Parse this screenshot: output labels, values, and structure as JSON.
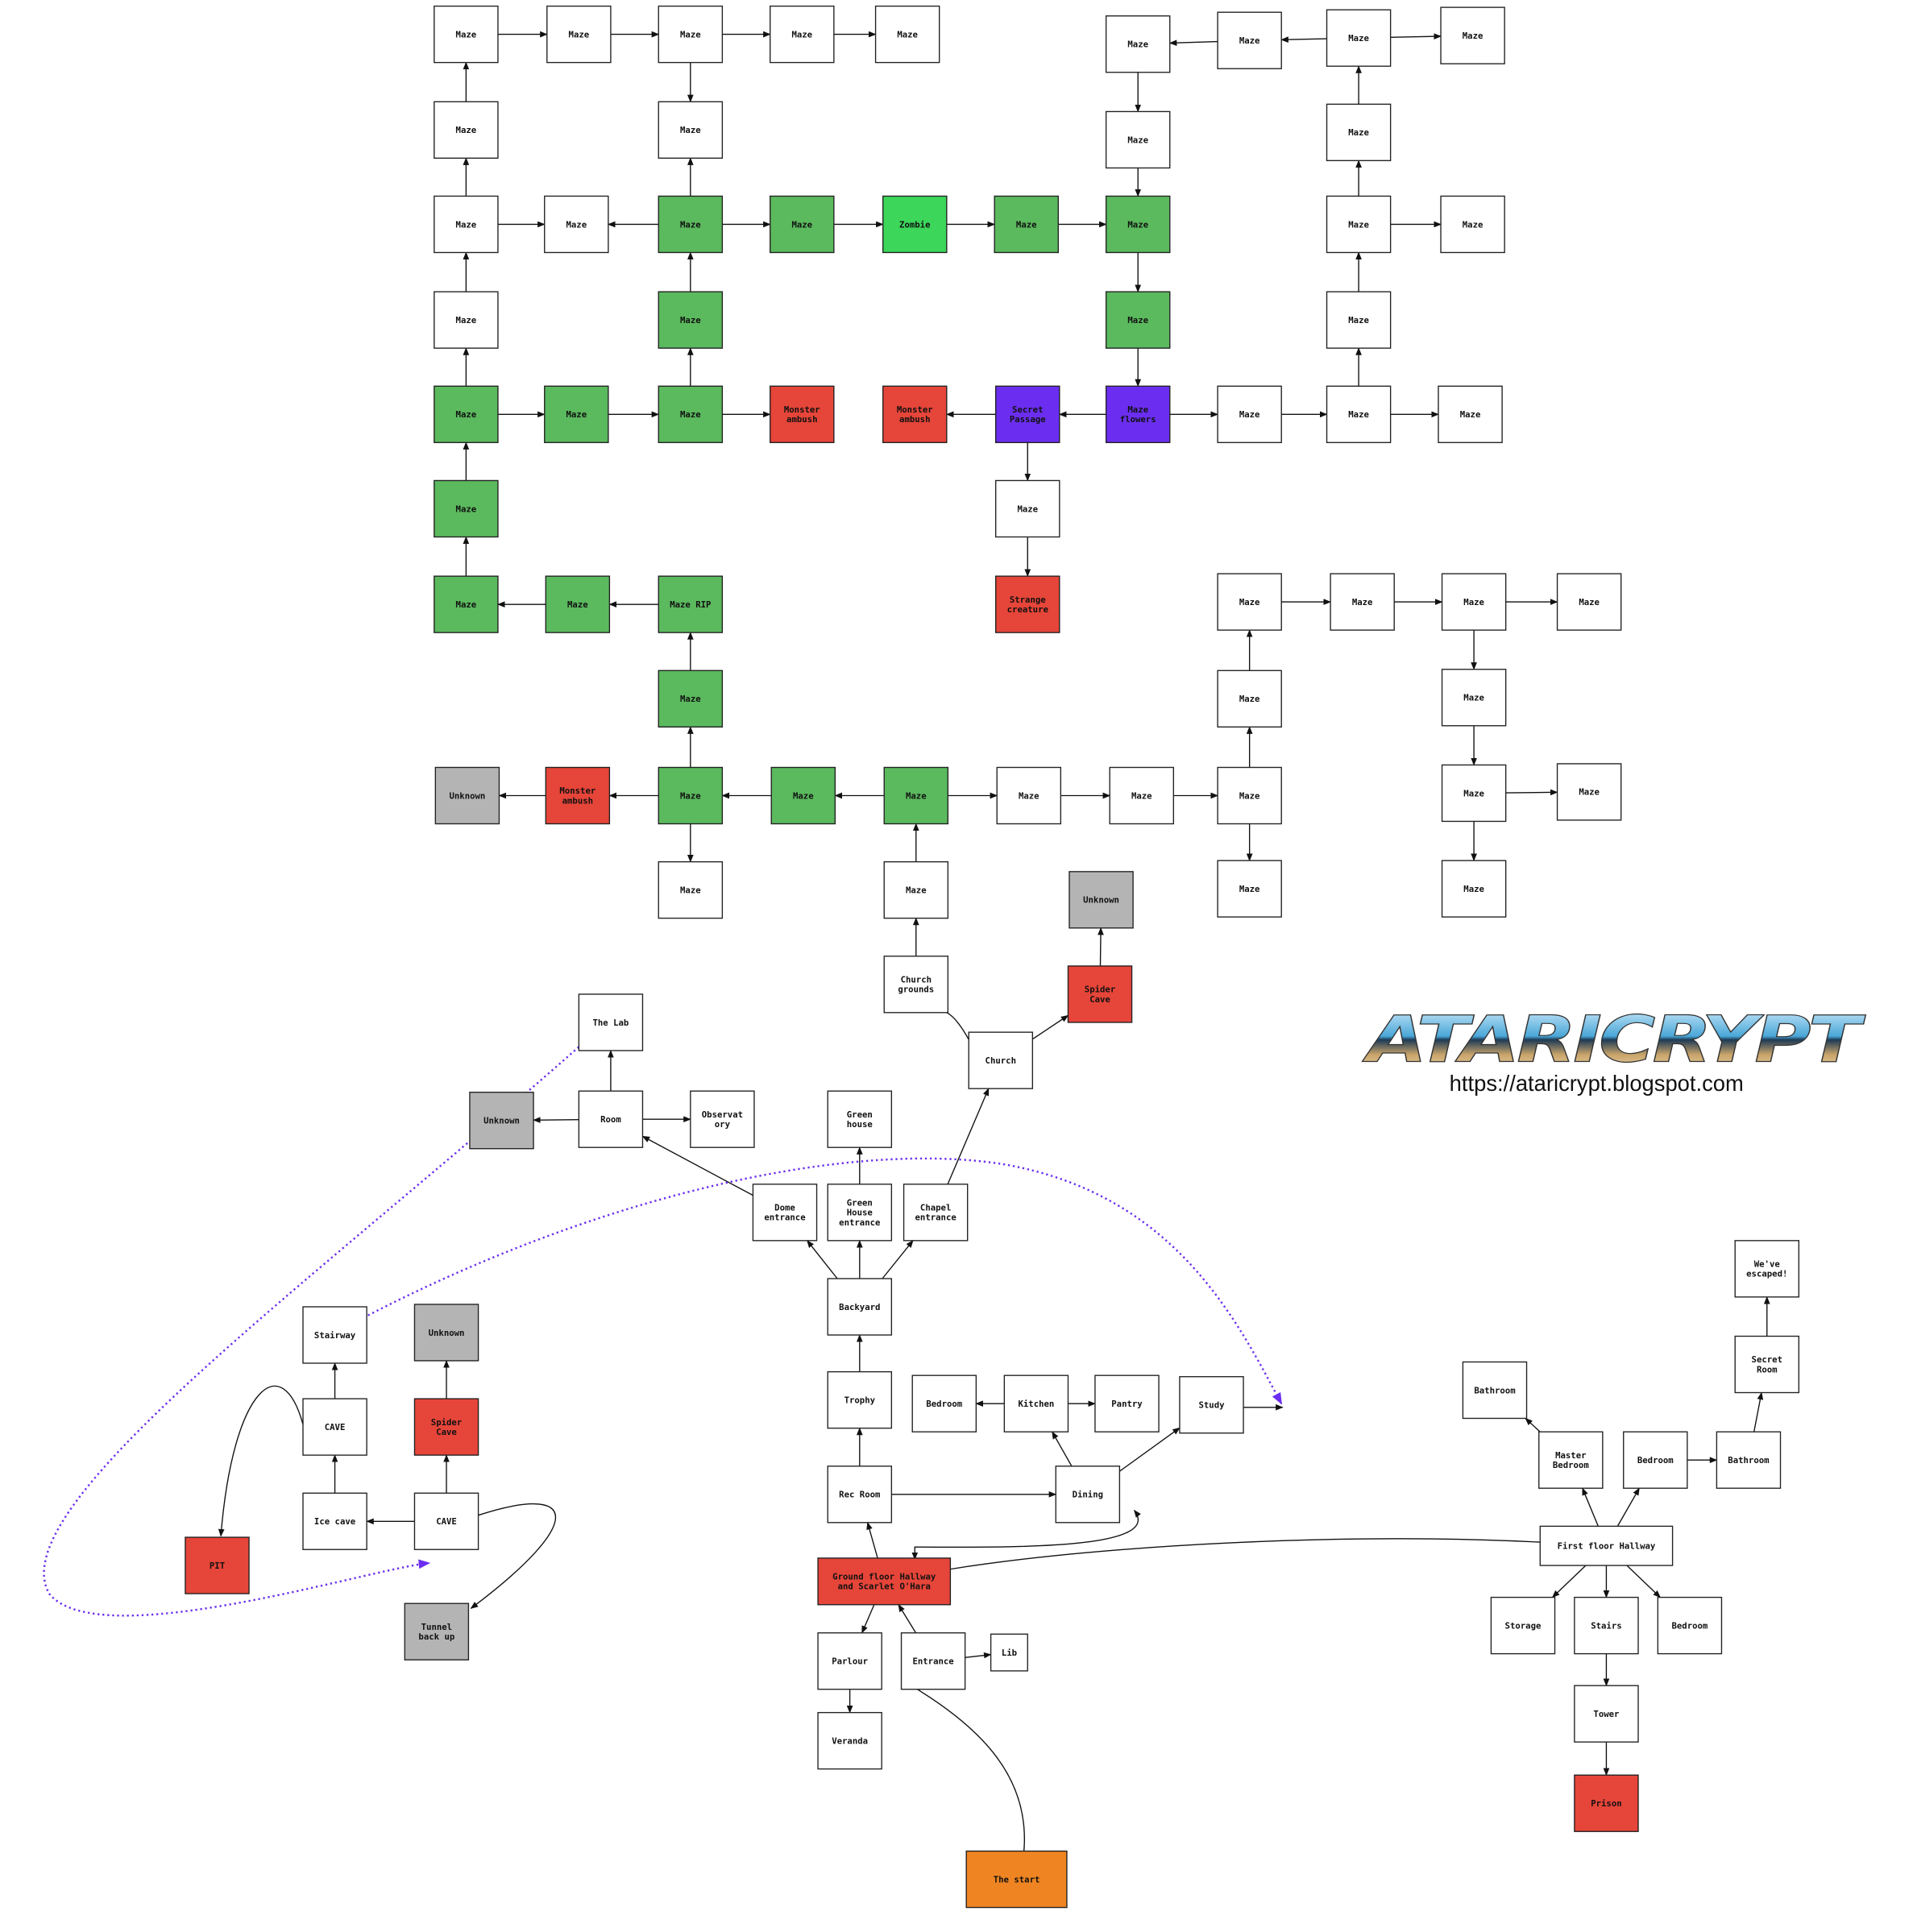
{
  "colors": {
    "white": "#ffffff",
    "green": "#5bb95e",
    "zombie": "#3bd65a",
    "purple": "#6b2ef0",
    "red": "#e64539",
    "gray": "#b4b4b4",
    "orange": "#ee8422"
  },
  "branding": {
    "logo_text": "ATARICRYPT",
    "url": "https://ataricrypt.blogspot.com"
  },
  "nodes": [
    {
      "id": "a1",
      "label": "Maze",
      "color": "white"
    },
    {
      "id": "a2",
      "label": "Maze",
      "color": "white"
    },
    {
      "id": "a3",
      "label": "Maze",
      "color": "white"
    },
    {
      "id": "a4",
      "label": "Maze",
      "color": "white"
    },
    {
      "id": "a5",
      "label": "Maze",
      "color": "white"
    },
    {
      "id": "t0",
      "label": "Maze",
      "color": "white"
    },
    {
      "id": "t1",
      "label": "Maze",
      "color": "white"
    },
    {
      "id": "t2",
      "label": "Maze",
      "color": "white"
    },
    {
      "id": "t3",
      "label": "Maze",
      "color": "white"
    },
    {
      "id": "b1",
      "label": "Maze",
      "color": "white"
    },
    {
      "id": "b3",
      "label": "Maze",
      "color": "white"
    },
    {
      "id": "b7",
      "label": "Maze",
      "color": "white"
    },
    {
      "id": "b9",
      "label": "Maze",
      "color": "white"
    },
    {
      "id": "c1",
      "label": "Maze",
      "color": "white"
    },
    {
      "id": "c2",
      "label": "Maze",
      "color": "white"
    },
    {
      "id": "c3",
      "label": "Maze",
      "color": "green"
    },
    {
      "id": "c4",
      "label": "Maze",
      "color": "green"
    },
    {
      "id": "c5",
      "label": "Zombie",
      "color": "zombie"
    },
    {
      "id": "c6",
      "label": "Maze",
      "color": "green"
    },
    {
      "id": "c7",
      "label": "Maze",
      "color": "green"
    },
    {
      "id": "c9",
      "label": "Maze",
      "color": "white"
    },
    {
      "id": "c10",
      "label": "Maze",
      "color": "white"
    },
    {
      "id": "d1",
      "label": "Maze",
      "color": "white"
    },
    {
      "id": "d3",
      "label": "Maze",
      "color": "green"
    },
    {
      "id": "d7",
      "label": "Maze",
      "color": "green"
    },
    {
      "id": "d9",
      "label": "Maze",
      "color": "white"
    },
    {
      "id": "e1",
      "label": "Maze",
      "color": "green"
    },
    {
      "id": "e2",
      "label": "Maze",
      "color": "green"
    },
    {
      "id": "e3",
      "label": "Maze",
      "color": "green"
    },
    {
      "id": "e4",
      "label": "Monster\nambush",
      "color": "red"
    },
    {
      "id": "e5",
      "label": "Monster\nambush",
      "color": "red"
    },
    {
      "id": "e6",
      "label": "Secret\nPassage",
      "color": "purple"
    },
    {
      "id": "e7",
      "label": "Maze\nflowers",
      "color": "purple"
    },
    {
      "id": "e8",
      "label": "Maze",
      "color": "white"
    },
    {
      "id": "e9",
      "label": "Maze",
      "color": "white"
    },
    {
      "id": "e10",
      "label": "Maze",
      "color": "white"
    },
    {
      "id": "f1",
      "label": "Maze",
      "color": "green"
    },
    {
      "id": "f6",
      "label": "Maze",
      "color": "white"
    },
    {
      "id": "g1",
      "label": "Maze",
      "color": "green"
    },
    {
      "id": "g2",
      "label": "Maze",
      "color": "green"
    },
    {
      "id": "g3",
      "label": "Maze RIP",
      "color": "green"
    },
    {
      "id": "g6",
      "label": "Strange\ncreature",
      "color": "red"
    },
    {
      "id": "g8",
      "label": "Maze",
      "color": "white"
    },
    {
      "id": "g9",
      "label": "Maze",
      "color": "white"
    },
    {
      "id": "g10",
      "label": "Maze",
      "color": "white"
    },
    {
      "id": "g11",
      "label": "Maze",
      "color": "white"
    },
    {
      "id": "h3",
      "label": "Maze",
      "color": "green"
    },
    {
      "id": "h8",
      "label": "Maze",
      "color": "white"
    },
    {
      "id": "h10",
      "label": "Maze",
      "color": "white"
    },
    {
      "id": "i1",
      "label": "Unknown",
      "color": "gray"
    },
    {
      "id": "i2",
      "label": "Monster\nambush",
      "color": "red"
    },
    {
      "id": "i3",
      "label": "Maze",
      "color": "green"
    },
    {
      "id": "i4",
      "label": "Maze",
      "color": "green"
    },
    {
      "id": "i5",
      "label": "Maze",
      "color": "green"
    },
    {
      "id": "i6",
      "label": "Maze",
      "color": "white"
    },
    {
      "id": "i7",
      "label": "Maze",
      "color": "white"
    },
    {
      "id": "i8",
      "label": "Maze",
      "color": "white"
    },
    {
      "id": "i10",
      "label": "Maze",
      "color": "white"
    },
    {
      "id": "i11",
      "label": "Maze",
      "color": "white"
    },
    {
      "id": "j3",
      "label": "Maze",
      "color": "white"
    },
    {
      "id": "j5",
      "label": "Maze",
      "color": "white"
    },
    {
      "id": "j8",
      "label": "Maze",
      "color": "white"
    },
    {
      "id": "j10",
      "label": "Maze",
      "color": "white"
    },
    {
      "id": "unk2",
      "label": "Unknown",
      "color": "gray"
    },
    {
      "id": "spider2",
      "label": "Spider\nCave",
      "color": "red"
    },
    {
      "id": "cgrounds",
      "label": "Church\ngrounds",
      "color": "white"
    },
    {
      "id": "church",
      "label": "Church",
      "color": "white"
    },
    {
      "id": "lab",
      "label": "The Lab",
      "color": "white"
    },
    {
      "id": "unk3",
      "label": "Unknown",
      "color": "gray"
    },
    {
      "id": "room",
      "label": "Room",
      "color": "white"
    },
    {
      "id": "obs",
      "label": "Observat\nory",
      "color": "white"
    },
    {
      "id": "ghouse",
      "label": "Green\nhouse",
      "color": "white"
    },
    {
      "id": "dome",
      "label": "Dome\nentrance",
      "color": "white"
    },
    {
      "id": "ghe",
      "label": "Green\nHouse\nentrance",
      "color": "white"
    },
    {
      "id": "chapel",
      "label": "Chapel\nentrance",
      "color": "white"
    },
    {
      "id": "backyard",
      "label": "Backyard",
      "color": "white"
    },
    {
      "id": "trophy",
      "label": "Trophy",
      "color": "white"
    },
    {
      "id": "bedroom1",
      "label": "Bedroom",
      "color": "white"
    },
    {
      "id": "kitchen",
      "label": "Kitchen",
      "color": "white"
    },
    {
      "id": "pantry",
      "label": "Pantry",
      "color": "white"
    },
    {
      "id": "study",
      "label": "Study",
      "color": "white"
    },
    {
      "id": "rec",
      "label": "Rec Room",
      "color": "white"
    },
    {
      "id": "dining",
      "label": "Dining",
      "color": "white"
    },
    {
      "id": "hall",
      "label": "Ground floor Hallway\nand Scarlet O'Hara",
      "color": "red"
    },
    {
      "id": "parlour",
      "label": "Parlour",
      "color": "white"
    },
    {
      "id": "entrance",
      "label": "Entrance",
      "color": "white"
    },
    {
      "id": "lib",
      "label": "Lib",
      "color": "white"
    },
    {
      "id": "veranda",
      "label": "Veranda",
      "color": "white"
    },
    {
      "id": "start",
      "label": "The start",
      "color": "orange"
    },
    {
      "id": "stairway",
      "label": "Stairway",
      "color": "white"
    },
    {
      "id": "unk4",
      "label": "Unknown",
      "color": "gray"
    },
    {
      "id": "cave1",
      "label": "CAVE",
      "color": "white"
    },
    {
      "id": "spider3",
      "label": "Spider\nCave",
      "color": "red"
    },
    {
      "id": "icecave",
      "label": "Ice cave",
      "color": "white"
    },
    {
      "id": "cave2",
      "label": "CAVE",
      "color": "white"
    },
    {
      "id": "pit",
      "label": "PIT",
      "color": "red"
    },
    {
      "id": "tunnel",
      "label": "Tunnel\nback up",
      "color": "gray"
    },
    {
      "id": "escaped",
      "label": "We've\nescaped!",
      "color": "white"
    },
    {
      "id": "secretroom",
      "label": "Secret\nRoom",
      "color": "white"
    },
    {
      "id": "bath1",
      "label": "Bathroom",
      "color": "white"
    },
    {
      "id": "master",
      "label": "Master\nBedroom",
      "color": "white"
    },
    {
      "id": "bedroom2",
      "label": "Bedroom",
      "color": "white"
    },
    {
      "id": "bath2",
      "label": "Bathroom",
      "color": "white"
    },
    {
      "id": "ffh",
      "label": "First floor Hallway",
      "color": "white"
    },
    {
      "id": "storage",
      "label": "Storage",
      "color": "white"
    },
    {
      "id": "stairs",
      "label": "Stairs",
      "color": "white"
    },
    {
      "id": "bedroom3",
      "label": "Bedroom",
      "color": "white"
    },
    {
      "id": "tower",
      "label": "Tower",
      "color": "white"
    },
    {
      "id": "prison",
      "label": "Prison",
      "color": "red"
    }
  ],
  "edges": [
    [
      "e1",
      "d1"
    ],
    [
      "d1",
      "c1"
    ],
    [
      "c1",
      "b1"
    ],
    [
      "b1",
      "a1"
    ],
    [
      "a1",
      "a2"
    ],
    [
      "a2",
      "a3"
    ],
    [
      "a3",
      "a4"
    ],
    [
      "a4",
      "a5"
    ],
    [
      "a3",
      "b3"
    ],
    [
      "c3",
      "b3"
    ],
    [
      "c1",
      "c2"
    ],
    [
      "c3",
      "c2"
    ],
    [
      "c3",
      "c4"
    ],
    [
      "c4",
      "c5"
    ],
    [
      "c5",
      "c6"
    ],
    [
      "c6",
      "c7"
    ],
    [
      "d3",
      "c3"
    ],
    [
      "e3",
      "d3"
    ],
    [
      "e1",
      "e2"
    ],
    [
      "e2",
      "e3"
    ],
    [
      "e3",
      "e4"
    ],
    [
      "f1",
      "e1"
    ],
    [
      "g1",
      "f1"
    ],
    [
      "g2",
      "g1"
    ],
    [
      "g3",
      "g2"
    ],
    [
      "h3",
      "g3"
    ],
    [
      "i3",
      "h3"
    ],
    [
      "t1",
      "t0"
    ],
    [
      "t2",
      "t1"
    ],
    [
      "t2",
      "t3"
    ],
    [
      "t0",
      "b7"
    ],
    [
      "b7",
      "c7"
    ],
    [
      "c7",
      "d7"
    ],
    [
      "d7",
      "e7"
    ],
    [
      "e7",
      "e6"
    ],
    [
      "e6",
      "e5"
    ],
    [
      "e6",
      "f6"
    ],
    [
      "f6",
      "g6"
    ],
    [
      "e7",
      "e8"
    ],
    [
      "e8",
      "e9"
    ],
    [
      "e9",
      "e10"
    ],
    [
      "e9",
      "d9"
    ],
    [
      "d9",
      "c9"
    ],
    [
      "c9",
      "b9"
    ],
    [
      "b9",
      "t2"
    ],
    [
      "c9",
      "c10"
    ],
    [
      "g8",
      "g9"
    ],
    [
      "g9",
      "g10"
    ],
    [
      "g10",
      "g11"
    ],
    [
      "g10",
      "h10"
    ],
    [
      "h10",
      "i10"
    ],
    [
      "i10",
      "j10"
    ],
    [
      "i10",
      "i11"
    ],
    [
      "i8",
      "h8"
    ],
    [
      "h8",
      "g8"
    ],
    [
      "i8",
      "j8"
    ],
    [
      "i3",
      "i2"
    ],
    [
      "i2",
      "i1"
    ],
    [
      "i4",
      "i3"
    ],
    [
      "i5",
      "i4"
    ],
    [
      "i5",
      "i6"
    ],
    [
      "i6",
      "i7"
    ],
    [
      "i7",
      "i8"
    ],
    [
      "i3",
      "j3"
    ],
    [
      "j5",
      "i5"
    ],
    [
      "cgrounds",
      "j5"
    ],
    [
      "church",
      "spider2"
    ],
    [
      "spider2",
      "unk2"
    ],
    [
      "chapel",
      "church"
    ],
    [
      "room",
      "lab"
    ],
    [
      "room",
      "unk3"
    ],
    [
      "room",
      "obs"
    ],
    [
      "dome",
      "room"
    ],
    [
      "ghe",
      "ghouse"
    ],
    [
      "backyard",
      "dome"
    ],
    [
      "backyard",
      "ghe"
    ],
    [
      "backyard",
      "chapel"
    ],
    [
      "trophy",
      "backyard"
    ],
    [
      "rec",
      "trophy"
    ],
    [
      "rec",
      "dining"
    ],
    [
      "kitchen",
      "bedroom1"
    ],
    [
      "kitchen",
      "pantry"
    ],
    [
      "dining",
      "kitchen"
    ],
    [
      "dining",
      "study"
    ],
    [
      "hall",
      "rec"
    ],
    [
      "hall",
      "parlour"
    ],
    [
      "entrance",
      "hall"
    ],
    [
      "entrance",
      "lib"
    ],
    [
      "parlour",
      "veranda"
    ],
    [
      "ffh",
      "master"
    ],
    [
      "ffh",
      "bedroom2"
    ],
    [
      "ffh",
      "storage"
    ],
    [
      "ffh",
      "stairs"
    ],
    [
      "ffh",
      "bedroom3"
    ],
    [
      "master",
      "bath1"
    ],
    [
      "bedroom2",
      "bath2"
    ],
    [
      "bath2",
      "secretroom"
    ],
    [
      "secretroom",
      "escaped"
    ],
    [
      "stairs",
      "tower"
    ],
    [
      "tower",
      "prison"
    ],
    [
      "cave1",
      "stairway"
    ],
    [
      "icecave",
      "cave1"
    ],
    [
      "cave2",
      "icecave"
    ],
    [
      "cave2",
      "spider3"
    ],
    [
      "spider3",
      "unk4"
    ]
  ]
}
